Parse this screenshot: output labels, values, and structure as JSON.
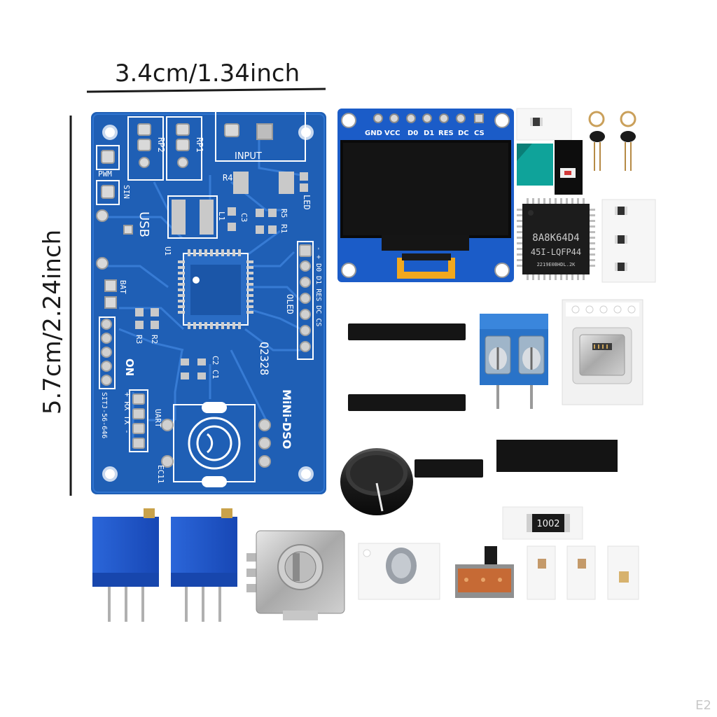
{
  "dimensions": {
    "width_label": "3.4cm/1.34inch",
    "height_label": "5.7cm/2.24inch"
  },
  "pcb": {
    "labels": {
      "rp2": "RP2",
      "rp1": "RP1",
      "input": "INPUT",
      "pwm": "PWM",
      "sin": "SIN",
      "usb": "USB",
      "r4": "R4",
      "led": "LED",
      "l1": "L1",
      "c3": "C3",
      "r5": "R5",
      "r1": "R1",
      "u1": "U1",
      "bat": "BAT",
      "oled": "OLED",
      "oled_pins": "- + D0 D1 RES DC CS",
      "r3": "R3",
      "r2": "R2",
      "c2": "C2",
      "c1": "C1",
      "q2328": "Q2328",
      "on": "ON",
      "sitj": "SITJ-56-646",
      "uart": "UART",
      "uart_pins": "+ RX TX -",
      "mini_dso": "MiNi-DSO",
      "ec11": "EC11"
    }
  },
  "oled": {
    "pin_labels": [
      "GND",
      "VCC",
      "D0",
      "D1",
      "RES",
      "DC",
      "CS"
    ]
  },
  "mcu": {
    "marking_line1": "8A8K64D4",
    "marking_line2": "45I-LQFP44",
    "marking_line3": "2219E0BHDL.2K"
  },
  "resistor": {
    "marking": "1002"
  },
  "watermark": "E2",
  "colors": {
    "pcb_blue": "#1f5fb5",
    "trace_blue": "#3a7fd8",
    "silkscreen": "#ffffff",
    "pot_blue": "#1e5bd6",
    "terminal_blue": "#2a73c8"
  }
}
